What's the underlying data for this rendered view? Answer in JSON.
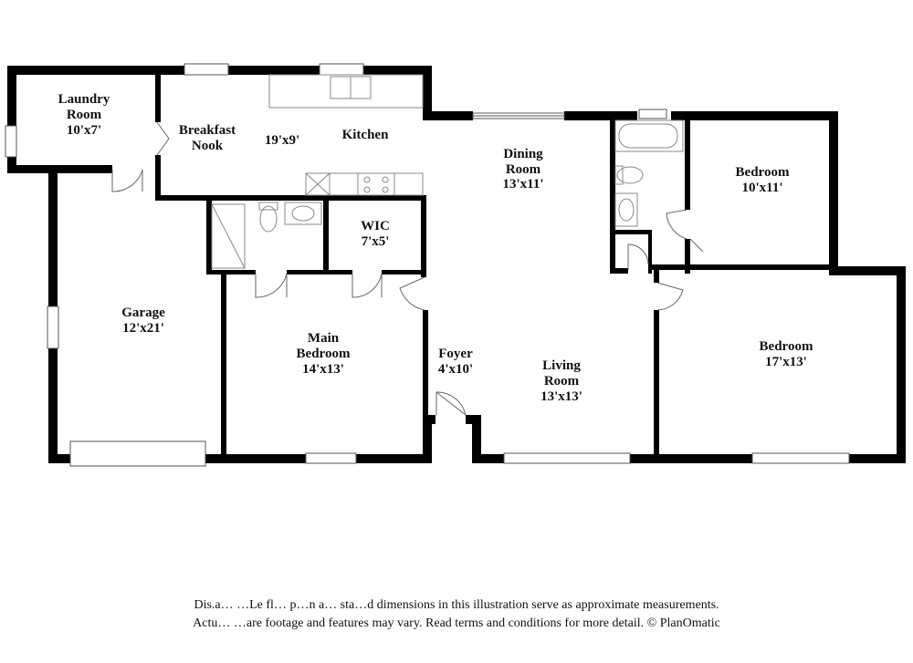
{
  "rooms": {
    "laundry": {
      "name1": "Laundry",
      "name2": "Room",
      "dims": "10'x7'"
    },
    "breakfast_nook": {
      "name1": "Breakfast",
      "name2": "Nook"
    },
    "kitchen": {
      "dims": "19'x9'",
      "name": "Kitchen"
    },
    "dining": {
      "name1": "Dining",
      "name2": "Room",
      "dims": "13'x11'"
    },
    "bedroom_ne": {
      "name": "Bedroom",
      "dims": "10'x11'"
    },
    "wic": {
      "name": "WIC",
      "dims": "7'x5'"
    },
    "garage": {
      "name": "Garage",
      "dims": "12'x21'"
    },
    "main_bedroom": {
      "name1": "Main",
      "name2": "Bedroom",
      "dims": "14'x13'"
    },
    "foyer": {
      "name": "Foyer",
      "dims": "4'x10'"
    },
    "living": {
      "name1": "Living",
      "name2": "Room",
      "dims": "13'x13'"
    },
    "bedroom_se": {
      "name": "Bedroom",
      "dims": "17'x13'"
    }
  },
  "disclaimer": {
    "line1": "Dis.a… …Le fl… p…n a… sta…d dimensions in this illustration serve as approximate measurements.",
    "line2": "Actu… …are footage and features may vary. Read terms and conditions for more detail. © PlanOmatic"
  },
  "colors": {
    "wall": "#000000",
    "fixture": "#888888",
    "background": "#ffffff"
  }
}
